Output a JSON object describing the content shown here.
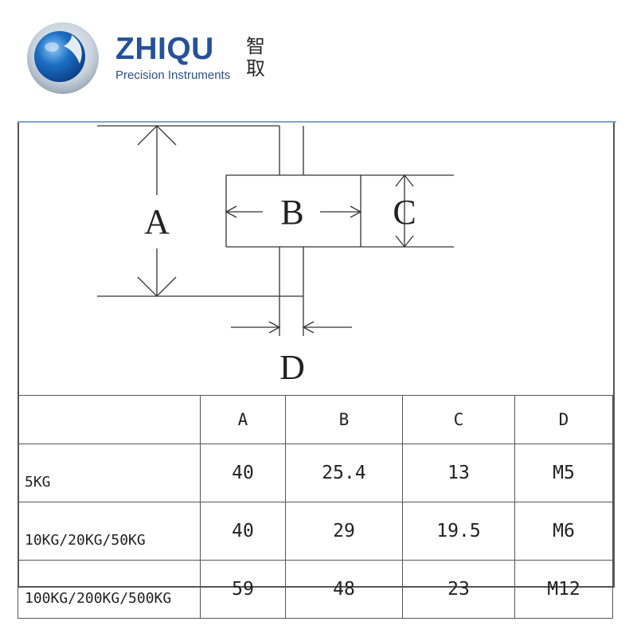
{
  "brand": {
    "name": "ZHIQU",
    "tagline": "Precision Instruments",
    "cn_chars": [
      "智",
      "取"
    ],
    "colors": {
      "primary": "#26519a",
      "sphere": "#1d6fc4",
      "ring": "#b9c6d3"
    }
  },
  "drawing": {
    "labels": {
      "a": "A",
      "b": "B",
      "c": "C",
      "d": "D"
    }
  },
  "table": {
    "headers": [
      "",
      "A",
      "B",
      "C",
      "D"
    ],
    "rows": [
      {
        "label": "5KG",
        "cells": [
          "40",
          "25.4",
          "13",
          "M5"
        ]
      },
      {
        "label": "10KG/20KG/50KG",
        "cells": [
          "40",
          "29",
          "19.5",
          "M6"
        ]
      },
      {
        "label": "100KG/200KG/500KG",
        "cells": [
          "59",
          "48",
          "23",
          "M12"
        ]
      }
    ]
  }
}
